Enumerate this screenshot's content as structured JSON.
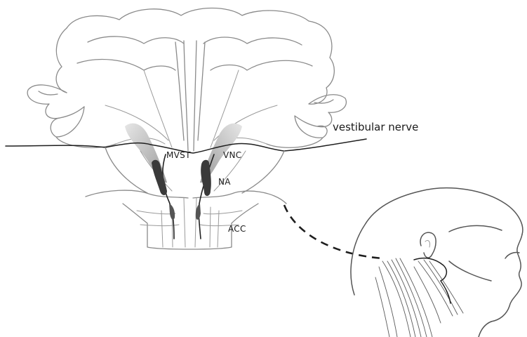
{
  "labels": {
    "vestibular_nerve": "vestibular nerve",
    "mvst": "MVST",
    "vnc": "VNC",
    "na": "NA",
    "acc": "ACC"
  },
  "colors": {
    "outline": "#8a8a8a",
    "nucleus_fill": "#3a3a3a",
    "shading": "#bdbdbd",
    "nerve": "#1e1e1e"
  }
}
